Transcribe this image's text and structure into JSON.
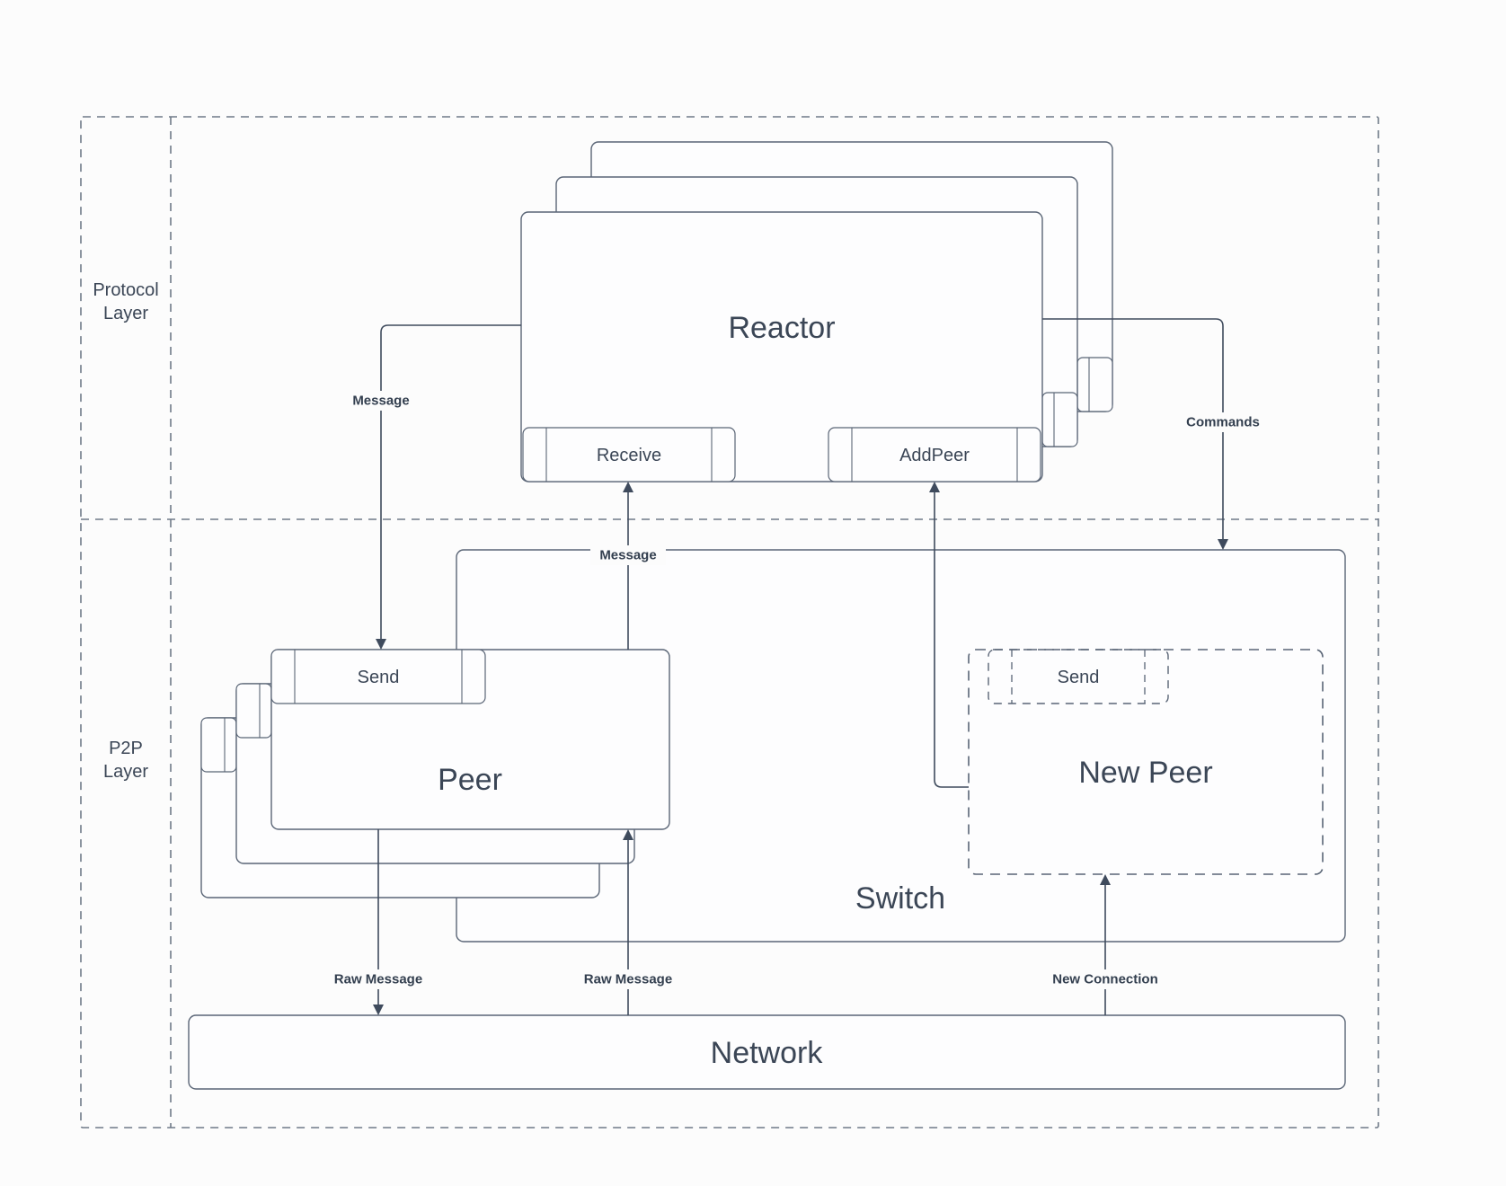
{
  "diagram": {
    "title_hint": "P2P architecture diagram",
    "layers": {
      "protocol": {
        "label_line1": "Protocol",
        "label_line2": "Layer"
      },
      "p2p": {
        "label_line1": "P2P",
        "label_line2": "Layer"
      }
    },
    "nodes": {
      "reactor": {
        "label": "Reactor",
        "stacked": true
      },
      "receive_port": {
        "label": "Receive"
      },
      "addpeer_port": {
        "label": "AddPeer"
      },
      "peer": {
        "label": "Peer",
        "stacked": true
      },
      "peer_send_port": {
        "label": "Send"
      },
      "new_peer": {
        "label": "New Peer",
        "style": "dashed"
      },
      "new_peer_send_port": {
        "label": "Send",
        "style": "dashed"
      },
      "switch": {
        "label": "Switch"
      },
      "network": {
        "label": "Network"
      }
    },
    "edges": {
      "message_to_peer": {
        "label": "Message",
        "from": "Reactor",
        "to": "Peer Send"
      },
      "message_to_reactor": {
        "label": "Message",
        "from": "Peer",
        "to": "Reactor Receive"
      },
      "commands": {
        "label": "Commands",
        "from": "Reactor",
        "to": "Switch"
      },
      "addpeer_link": {
        "label": "",
        "from": "New Peer",
        "to": "Reactor AddPeer"
      },
      "raw_message_out": {
        "label": "Raw Message",
        "from": "Peer",
        "to": "Network"
      },
      "raw_message_in": {
        "label": "Raw Message",
        "from": "Network",
        "to": "Peer"
      },
      "new_connection": {
        "label": "New Connection",
        "from": "Network",
        "to": "New Peer"
      }
    },
    "colors": {
      "border": "#5a6576",
      "dash": "#6f7a88",
      "text": "#3b4656",
      "arrow": "#3f4b5d",
      "bg": "#fcfcfc"
    }
  }
}
